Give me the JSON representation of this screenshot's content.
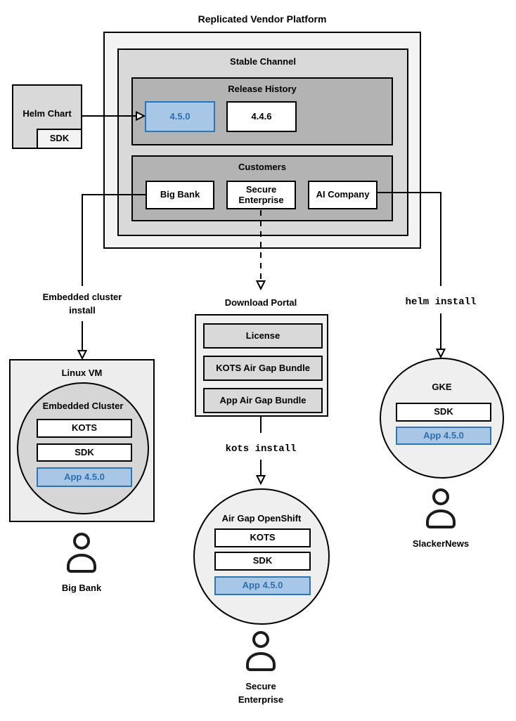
{
  "colors": {
    "highlight_fill": "#a8c7e7",
    "highlight_border": "#2e75b6",
    "highlight_text": "#2d6fb0"
  },
  "title": "Replicated Vendor Platform",
  "platform": {
    "stable_channel_label": "Stable Channel",
    "release_history": {
      "label": "Release History",
      "releases": [
        {
          "version": "4.5.0",
          "highlighted": true
        },
        {
          "version": "4.4.6",
          "highlighted": false
        }
      ]
    },
    "customers": {
      "label": "Customers",
      "items": [
        "Big Bank",
        "Secure Enterprise",
        "AI Company"
      ]
    }
  },
  "helm_chart": {
    "label": "Helm Chart",
    "sdk": "SDK"
  },
  "flows": {
    "embedded_cluster_install": "Embedded cluster install",
    "download_portal_label": "Download Portal",
    "helm_install": "helm install",
    "kots_install": "kots install"
  },
  "download_portal": {
    "items": [
      "License",
      "KOTS Air Gap Bundle",
      "App Air Gap Bundle"
    ]
  },
  "linux_vm": {
    "label": "Linux VM",
    "embedded_cluster": {
      "label": "Embedded Cluster",
      "components": [
        "KOTS",
        "SDK",
        "App 4.5.0"
      ]
    }
  },
  "gke": {
    "label": "GKE",
    "components": [
      "SDK",
      "App 4.5.0"
    ]
  },
  "air_gap_openshift": {
    "label": "Air Gap OpenShift",
    "components": [
      "KOTS",
      "SDK",
      "App 4.5.0"
    ]
  },
  "personas": [
    {
      "name": "Big Bank"
    },
    {
      "name": "Secure Enterprise"
    },
    {
      "name": "SlackerNews"
    }
  ]
}
